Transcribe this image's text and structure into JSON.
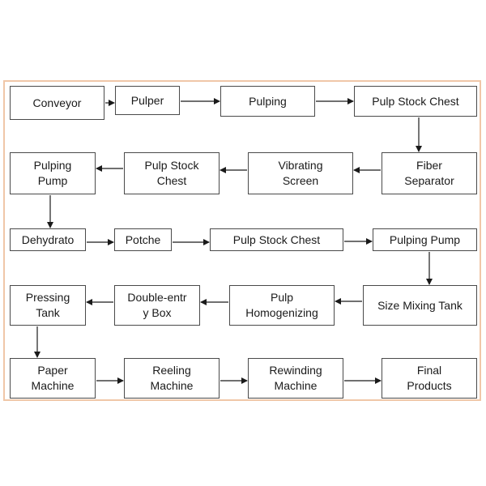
{
  "diagram": {
    "nodes": {
      "conveyor": "Conveyor",
      "pulper": "Pulper",
      "pulping": "Pulping",
      "pulp_stock_chest_1": "Pulp Stock Chest",
      "fiber_separator": "Fiber\nSeparator",
      "vibrating_screen": "Vibrating\nScreen",
      "pulp_stock_chest_2": "Pulp Stock\nChest",
      "pulping_pump_1": "Pulping\nPump",
      "dehydrato": "Dehydrato",
      "potche": "Potche",
      "pulp_stock_chest_3": "Pulp Stock Chest",
      "pulping_pump_2": "Pulping Pump",
      "size_mixing_tank": "Size Mixing Tank",
      "pulp_homogenizing": "Pulp\nHomogenizing",
      "double_entry_box": "Double-entr\ny Box",
      "pressing_tank": "Pressing\nTank",
      "paper_machine": "Paper\nMachine",
      "reeling_machine": "Reeling\nMachine",
      "rewinding_machine": "Rewinding\nMachine",
      "final_products": "Final\nProducts"
    },
    "edges": [
      [
        "conveyor",
        "pulper"
      ],
      [
        "pulper",
        "pulping"
      ],
      [
        "pulping",
        "pulp_stock_chest_1"
      ],
      [
        "pulp_stock_chest_1",
        "fiber_separator"
      ],
      [
        "fiber_separator",
        "vibrating_screen"
      ],
      [
        "vibrating_screen",
        "pulp_stock_chest_2"
      ],
      [
        "pulp_stock_chest_2",
        "pulping_pump_1"
      ],
      [
        "pulping_pump_1",
        "dehydrato"
      ],
      [
        "dehydrato",
        "potche"
      ],
      [
        "potche",
        "pulp_stock_chest_3"
      ],
      [
        "pulp_stock_chest_3",
        "pulping_pump_2"
      ],
      [
        "pulping_pump_2",
        "size_mixing_tank"
      ],
      [
        "size_mixing_tank",
        "pulp_homogenizing"
      ],
      [
        "pulp_homogenizing",
        "double_entry_box"
      ],
      [
        "double_entry_box",
        "pressing_tank"
      ],
      [
        "pressing_tank",
        "paper_machine"
      ],
      [
        "paper_machine",
        "reeling_machine"
      ],
      [
        "reeling_machine",
        "rewinding_machine"
      ],
      [
        "rewinding_machine",
        "final_products"
      ]
    ],
    "colors": {
      "frame": "#f0c7a8",
      "box_border": "#4a4a4a",
      "arrow": "#1a1a1a"
    }
  }
}
